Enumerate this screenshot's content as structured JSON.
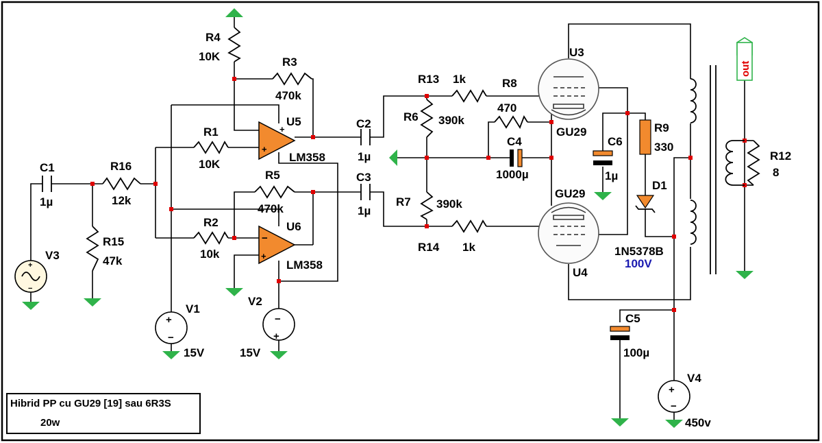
{
  "title_box": {
    "line1": "Hibrid PP cu GU29 [19] sau 6R3S",
    "line2": "20w"
  },
  "components": {
    "C1": {
      "name": "C1",
      "value": "1µ"
    },
    "C2": {
      "name": "C2",
      "value": "1µ"
    },
    "C3": {
      "name": "C3",
      "value": "1µ"
    },
    "C4": {
      "name": "C4",
      "value": "1000µ"
    },
    "C5": {
      "name": "C5",
      "value": "100µ"
    },
    "C6": {
      "name": "C6",
      "value": "1µ"
    },
    "R1": {
      "name": "R1",
      "value": "10K"
    },
    "R2": {
      "name": "R2",
      "value": "10k"
    },
    "R3": {
      "name": "R3",
      "value": "470k"
    },
    "R4": {
      "name": "R4",
      "value": "10K"
    },
    "R5": {
      "name": "R5",
      "value": "470k"
    },
    "R6": {
      "name": "R6",
      "value": "390k"
    },
    "R7": {
      "name": "R7",
      "value": "390k"
    },
    "R8": {
      "name": "R8",
      "value": "470"
    },
    "R9": {
      "name": "R9",
      "value": "330"
    },
    "R12": {
      "name": "R12",
      "value": "8"
    },
    "R13": {
      "name": "R13",
      "value": "1k"
    },
    "R14": {
      "name": "R14",
      "value": "1k"
    },
    "R15": {
      "name": "R15",
      "value": "47k"
    },
    "R16": {
      "name": "R16",
      "value": "12k"
    },
    "U3": {
      "name": "U3",
      "value": "GU29"
    },
    "U4": {
      "name": "U4",
      "value": "GU29"
    },
    "U5": {
      "name": "U5",
      "value": "LM358"
    },
    "U6": {
      "name": "U6",
      "value": "LM358"
    },
    "D1": {
      "name": "D1",
      "value": "1N5378B",
      "voltage": "100V"
    },
    "V1": {
      "name": "V1",
      "value": "15V"
    },
    "V2": {
      "name": "V2",
      "value": "15V"
    },
    "V3": {
      "name": "V3"
    },
    "V4": {
      "name": "V4",
      "value": "450v"
    }
  },
  "output_label": "out",
  "colors": {
    "ground": "#2fb34a",
    "node": "#e00000",
    "component_fill": "#f28a2e",
    "zener_voltage": "#1a1ab0",
    "output": "#e00000"
  }
}
